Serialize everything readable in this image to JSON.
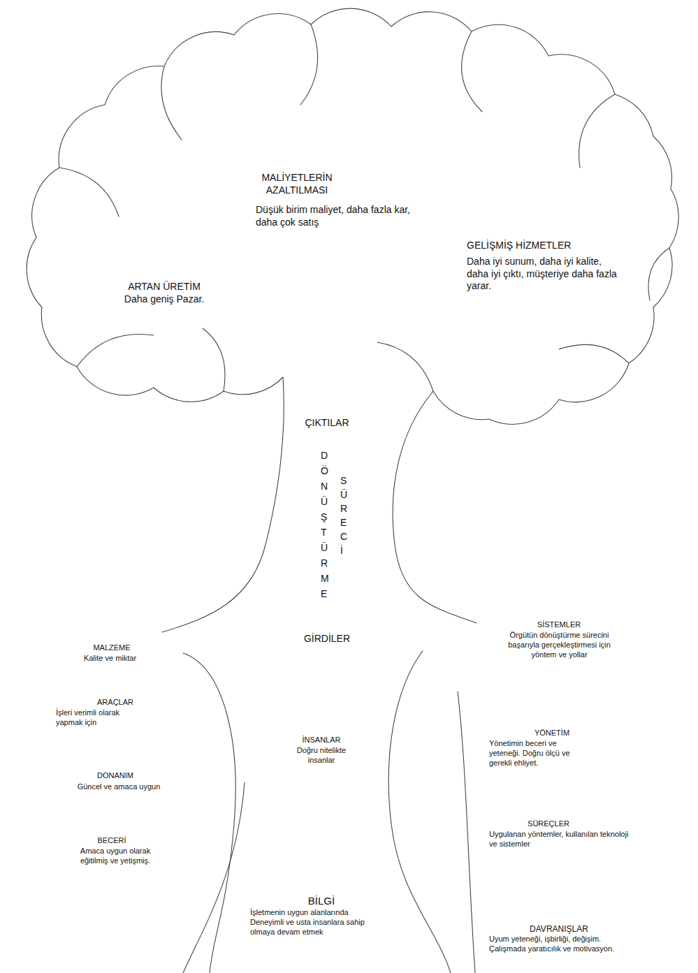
{
  "diagram": {
    "labels": [
      "MALİYETLERİN AZALTILMASI",
      "Düşük birim maliyet, daha fazla kar, daha çok satış",
      "ARTAN ÜRETİM",
      "Daha geniş Pazar.",
      "GELİŞMİŞ HİZMETLER",
      "Daha iyi sunum, daha iyi kalite, daha iyi çıktı, müşteriye daha fazla yarar.",
      "ÇIKTILAR",
      "DÖNÜŞTÜRME",
      "SÜRECİ",
      "GİRDİLER",
      "MALZEME",
      "Kalite ve miktar",
      "ARAÇLAR",
      "İşleri verimli olarak yapmak için",
      "DONANIM",
      "Güncel ve amaca uygun",
      "BECERİ",
      "Amaca uygun olarak eğitilmiş ve yetişmiş.",
      "İNSANLAR",
      "Doğru nitelikte insanlar",
      "BİLGİ",
      "İşletmenin uygun alanlarında Deneyimli ve usta insanlara sahip olmaya devam etmek",
      "SİSTEMLER",
      "Örgütün dönüştürme sürecini başarıyla gerçekleştirmesi için yöntem ve yollar",
      "YÖNETİM",
      "Yönetimin beceri ve yeteneği. Doğru ölçü ve gerekli ehliyet.",
      "SÜREÇLER",
      "Uygulanan yöntemler, kullanılan teknoloji ve sistemler",
      "DAVRANIŞLAR",
      "Uyum yeteneği, işbirliği, değişim. Çalışmada yaratıcılık ve motivasyon."
    ]
  }
}
